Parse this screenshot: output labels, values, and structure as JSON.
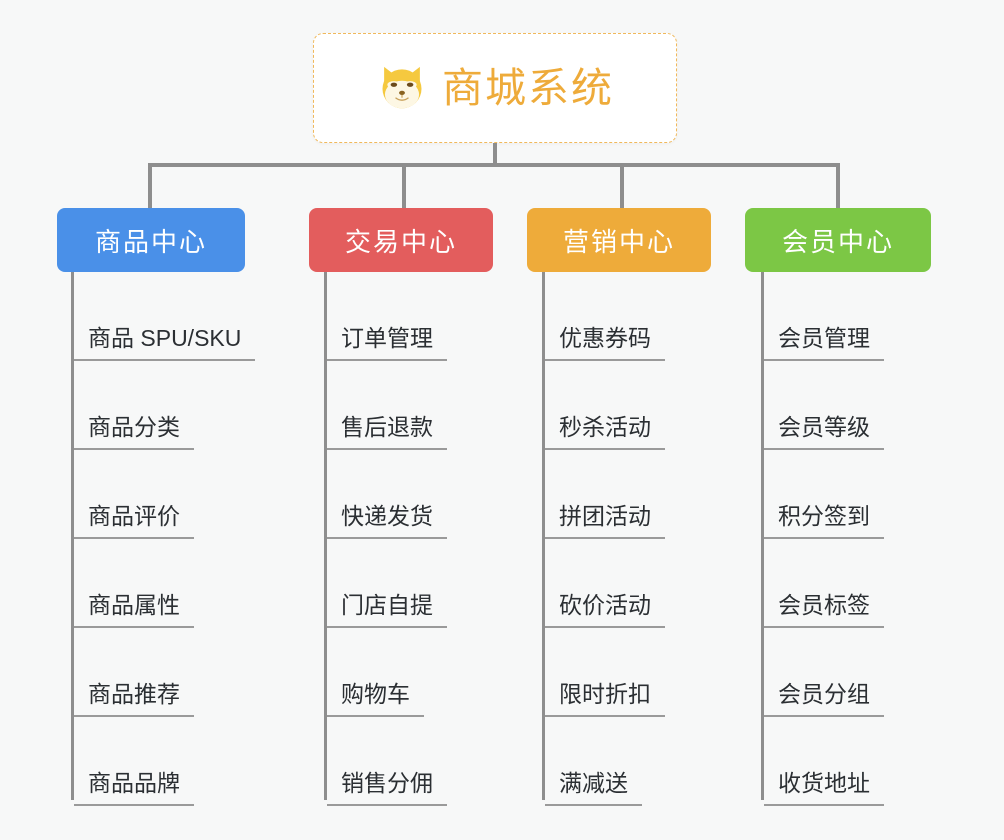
{
  "root": {
    "title": "商城系统",
    "icon": "shiba-dog-icon",
    "border_color": "#f0b95c",
    "text_color": "#eeab3a",
    "background": "#ffffff"
  },
  "canvas": {
    "background": "#f7f8f8",
    "connector_color": "#8e8e8e"
  },
  "columns": [
    {
      "label": "商品中心",
      "color": "#4a90e8",
      "items": [
        "商品 SPU/SKU",
        "商品分类",
        "商品评价",
        "商品属性",
        "商品推荐",
        "商品品牌"
      ]
    },
    {
      "label": "交易中心",
      "color": "#e35d5d",
      "items": [
        "订单管理",
        "售后退款",
        "快递发货",
        "门店自提",
        "购物车",
        "销售分佣"
      ]
    },
    {
      "label": "营销中心",
      "color": "#eeab3a",
      "items": [
        "优惠券码",
        "秒杀活动",
        "拼团活动",
        "砍价活动",
        "限时折扣",
        "满减送"
      ]
    },
    {
      "label": "会员中心",
      "color": "#7cc745",
      "items": [
        "会员管理",
        "会员等级",
        "积分签到",
        "会员标签",
        "会员分组",
        "收货地址"
      ]
    }
  ]
}
